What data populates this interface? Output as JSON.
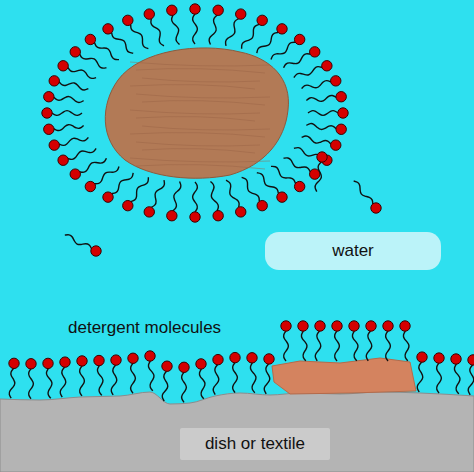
{
  "diagram": {
    "nodes": [
      {
        "text": [
          "water"
        ]
      },
      {
        "text": [
          "dish or textile"
        ]
      }
    ],
    "labels": [
      "detergent molecules"
    ]
  }
}
